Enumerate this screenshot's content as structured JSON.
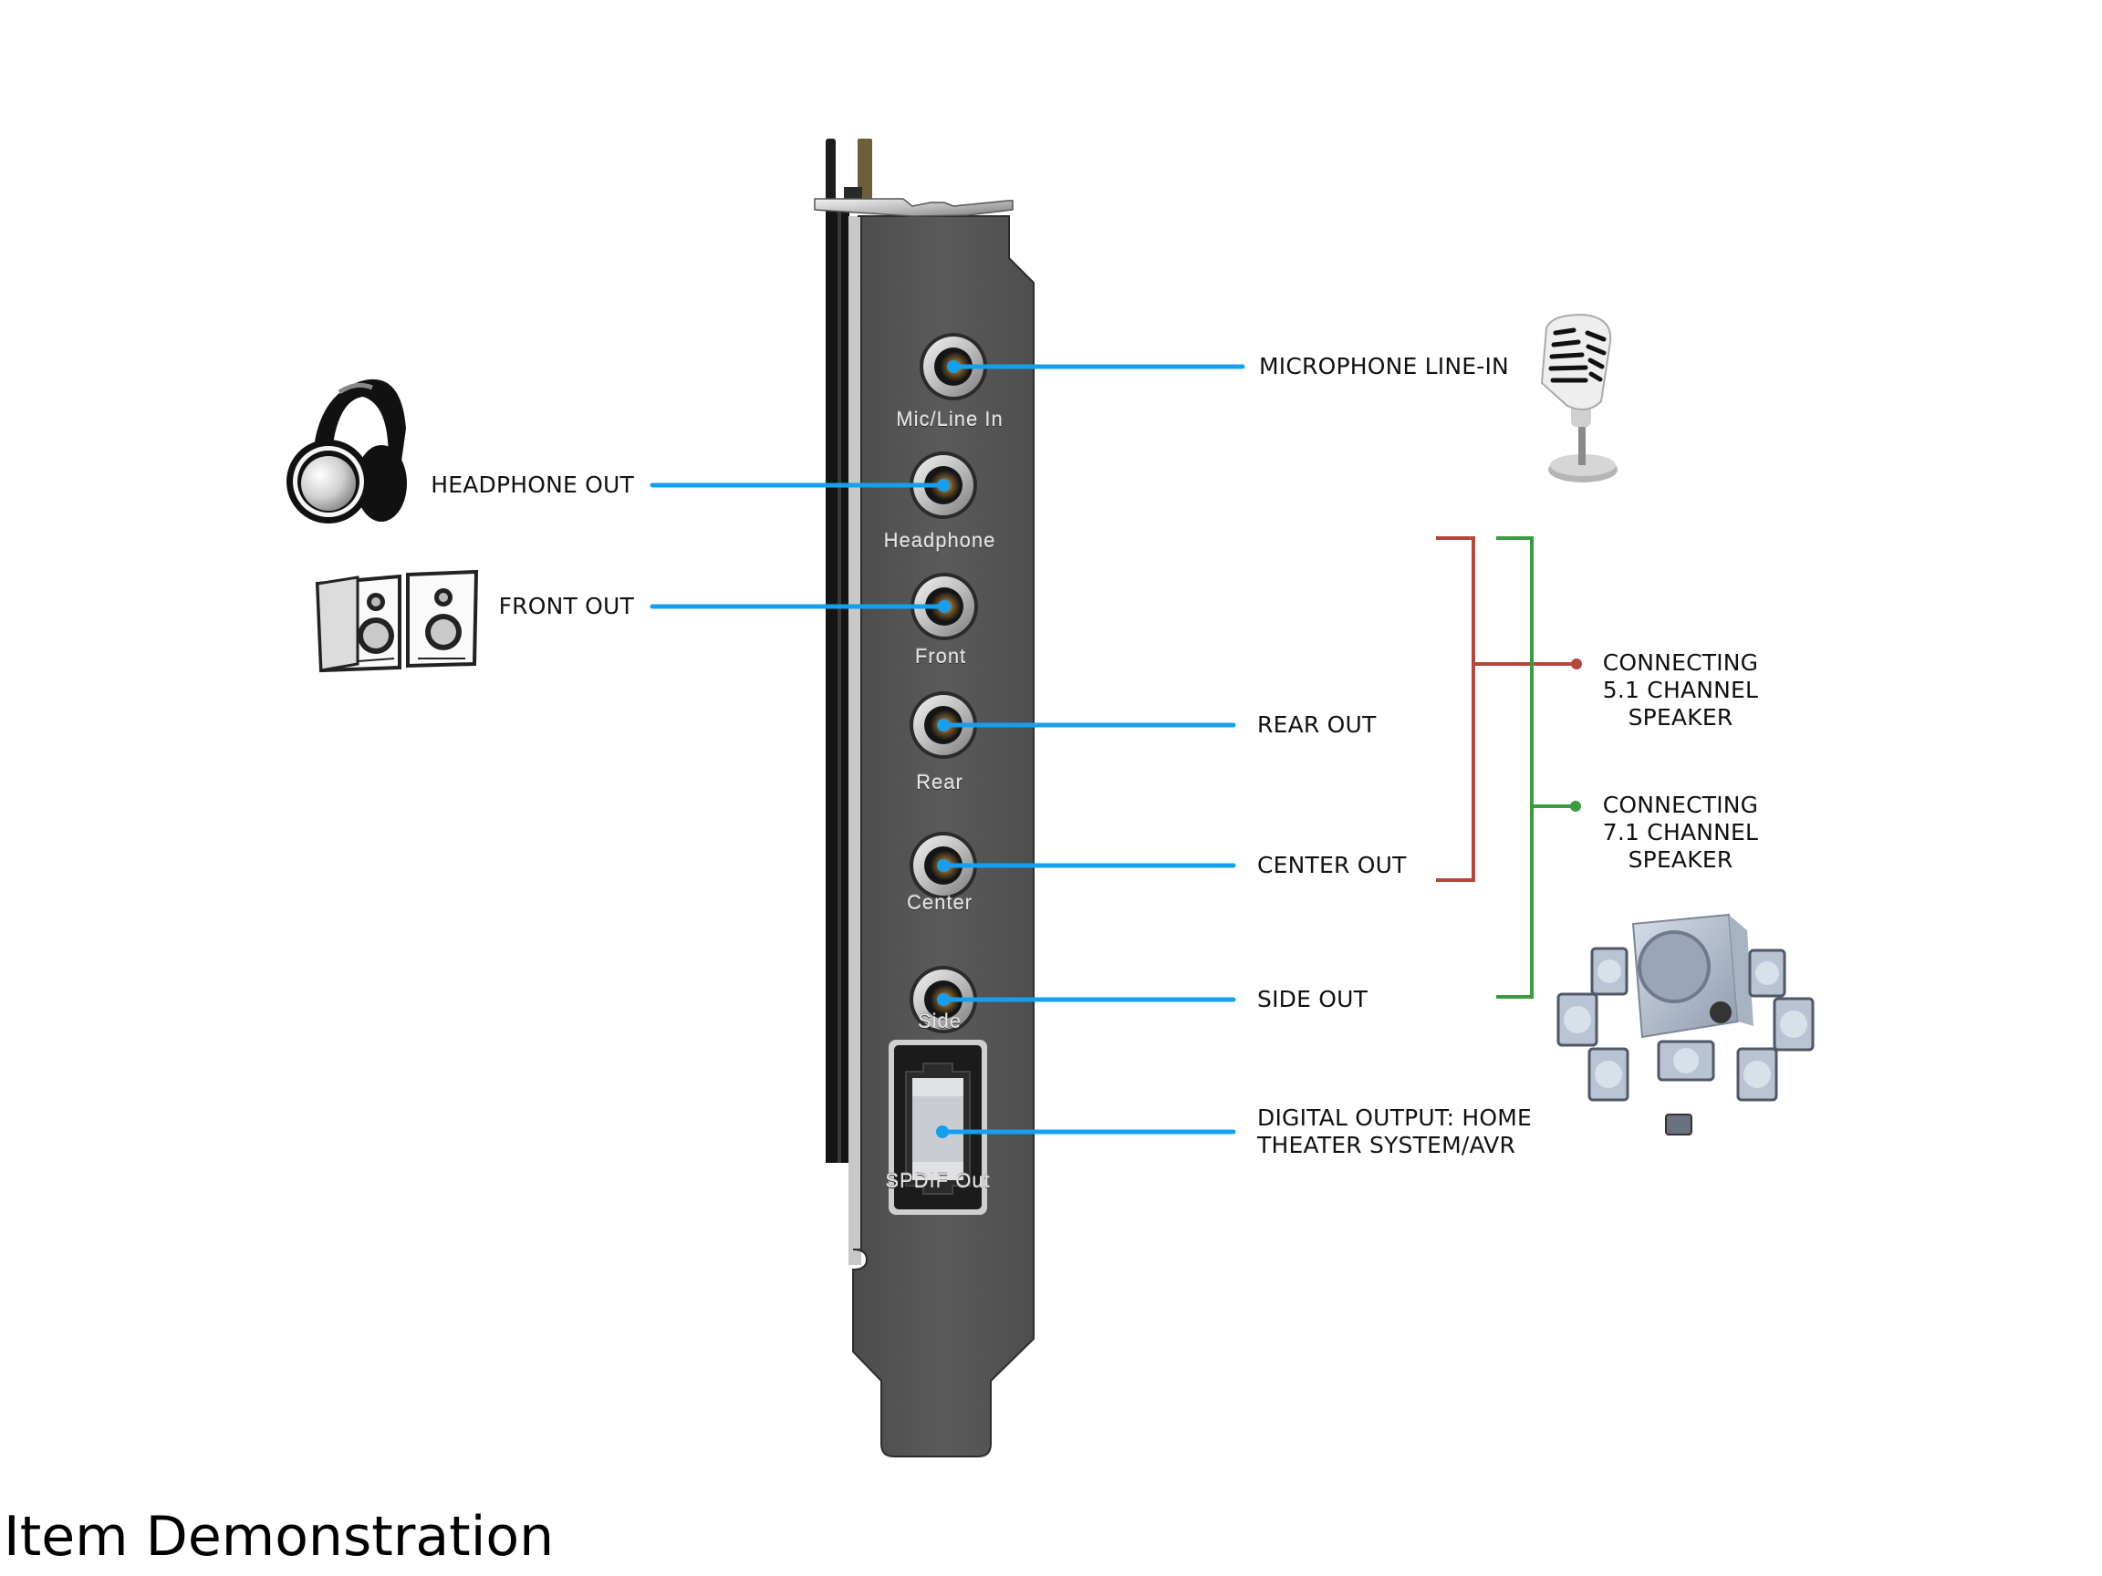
{
  "footer_title": "Item Demonstration",
  "colors": {
    "connector_line": "#14a0ef",
    "bracket_5_1": "#b5463b",
    "bracket_7_1": "#3a9b40",
    "plate": "#565656",
    "text": "#111111"
  },
  "ports": [
    {
      "id": "mic",
      "plate_label": "Mic/Line In",
      "callout": "MICROPHONE LINE-IN",
      "side": "right",
      "icon": "microphone-icon"
    },
    {
      "id": "headphone",
      "plate_label": "Headphone",
      "callout": "HEADPHONE OUT",
      "side": "left",
      "icon": "headphones-icon"
    },
    {
      "id": "front",
      "plate_label": "Front",
      "callout": "FRONT OUT",
      "side": "left",
      "icon": "bookshelf-speakers-icon"
    },
    {
      "id": "rear",
      "plate_label": "Rear",
      "callout": "REAR OUT",
      "side": "right"
    },
    {
      "id": "center",
      "plate_label": "Center",
      "callout": "CENTER OUT",
      "side": "right"
    },
    {
      "id": "side",
      "plate_label": "Side",
      "callout": "SIDE OUT",
      "side": "right"
    },
    {
      "id": "spdif",
      "plate_label": "SPDIF Out",
      "callout": "DIGITAL OUTPUT: HOME\nTHEATER SYSTEM/AVR",
      "side": "right"
    }
  ],
  "groups": [
    {
      "id": "5_1",
      "label": "CONNECTING\n5.1 CHANNEL\nSPEAKER",
      "color_key": "bracket_5_1",
      "members": [
        "front",
        "rear",
        "center"
      ]
    },
    {
      "id": "7_1",
      "label": "CONNECTING\n7.1 CHANNEL\nSPEAKER",
      "color_key": "bracket_7_1",
      "members": [
        "front",
        "rear",
        "center",
        "side"
      ],
      "icon": "surround-speaker-system-icon"
    }
  ]
}
